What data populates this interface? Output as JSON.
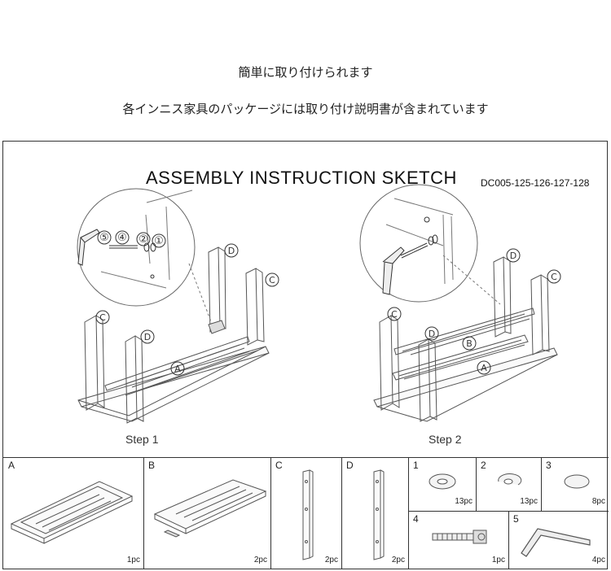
{
  "intro": {
    "line1": "簡単に取り付けられます",
    "line2": "各インニス家具のパッケージには取り付け説明書が含まれています"
  },
  "sheet": {
    "title": "ASSEMBLY INSTRUCTION SKETCH",
    "model_code": "DC005-125-126-127-128",
    "steps": [
      {
        "label": "Step 1",
        "callouts": [
          "⑤",
          "④",
          "②",
          "①"
        ],
        "markers": [
          "D",
          "C",
          "C",
          "D",
          "A"
        ]
      },
      {
        "label": "Step 2",
        "markers": [
          "D",
          "C",
          "C",
          "D",
          "B",
          "A"
        ]
      }
    ]
  },
  "parts": [
    {
      "id": "A",
      "qty": "1pc"
    },
    {
      "id": "B",
      "qty": "2pc"
    },
    {
      "id": "C",
      "qty": "2pc"
    },
    {
      "id": "D",
      "qty": "2pc"
    },
    {
      "id": "1",
      "qty": "13pc"
    },
    {
      "id": "2",
      "qty": "13pc"
    },
    {
      "id": "3",
      "qty": "8pc"
    },
    {
      "id": "4",
      "qty": "1pc"
    },
    {
      "id": "5",
      "qty": "4pc"
    }
  ]
}
